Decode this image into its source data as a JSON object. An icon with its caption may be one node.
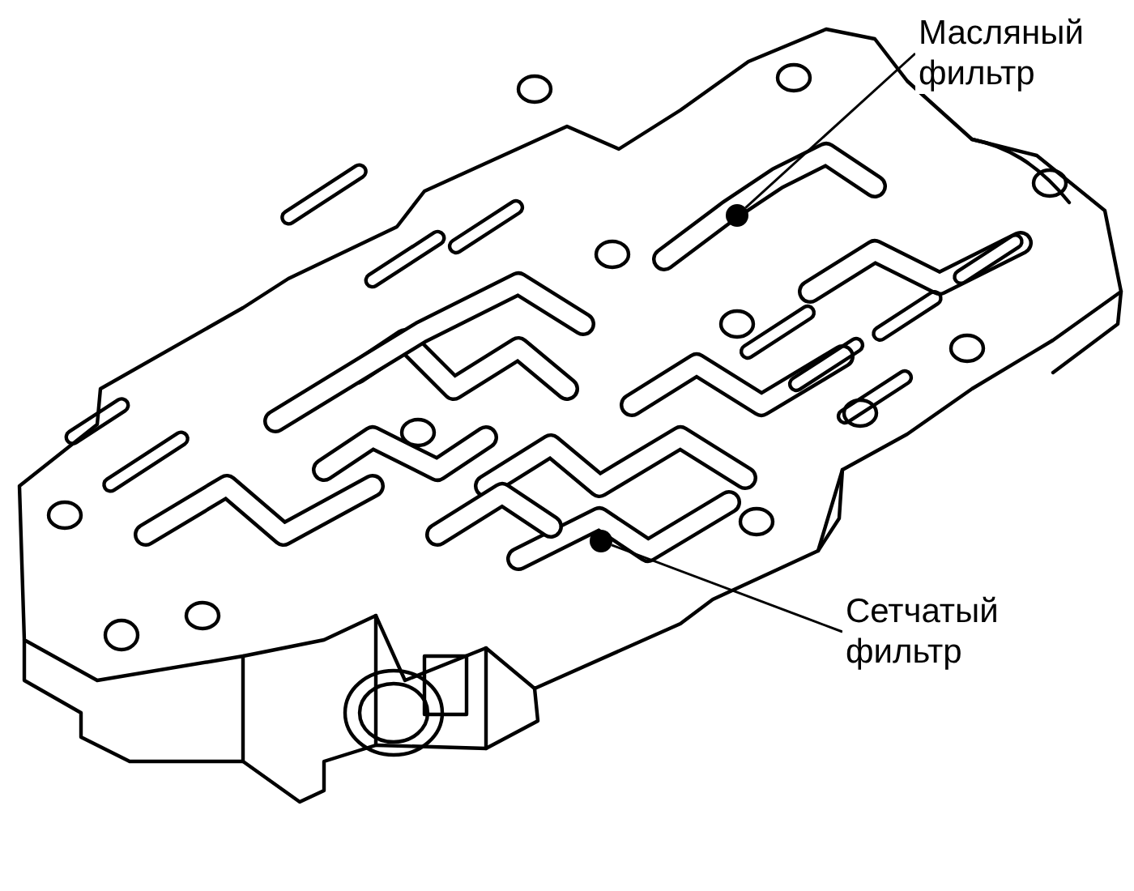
{
  "diagram": {
    "nodes": [
      {
        "text": [
          "Масляный фильтр"
        ]
      },
      {
        "text": [],
        "shape": "circle"
      },
      {
        "text": [
          "Сетчатый фильтр"
        ]
      },
      {
        "text": [],
        "shape": "circle"
      }
    ],
    "edges": [
      {
        "from": 0,
        "to": 1,
        "arrow": "none"
      },
      {
        "from": 2,
        "to": 3,
        "arrow": "none"
      }
    ]
  }
}
